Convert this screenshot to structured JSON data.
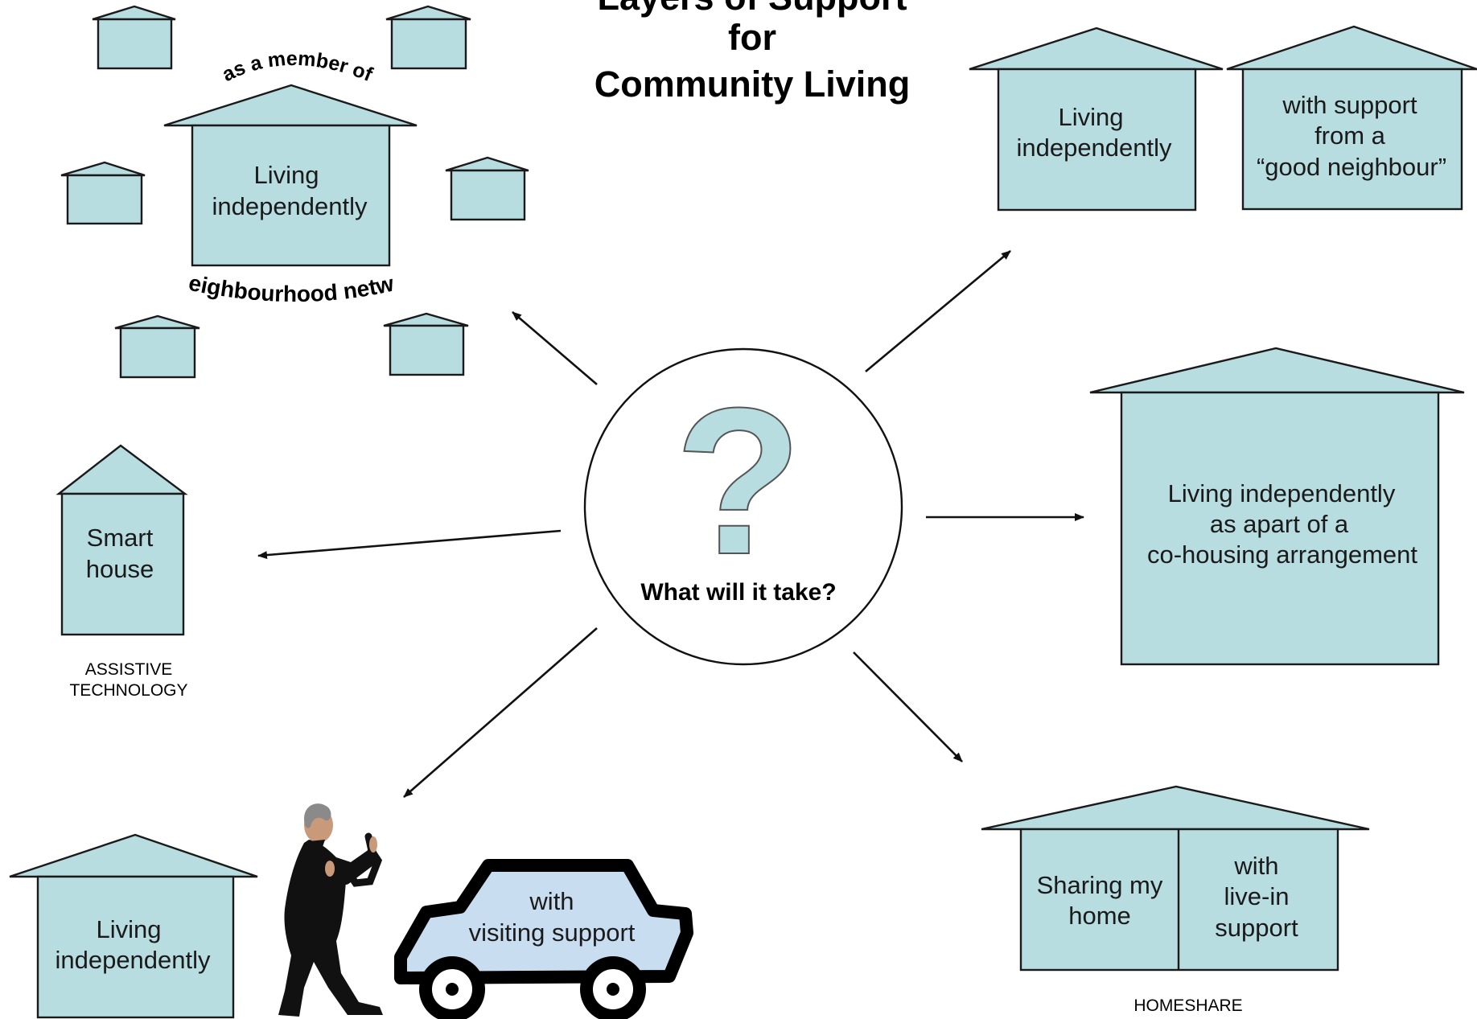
{
  "title": {
    "line1": "Layers of Support",
    "line2": "for",
    "line3": "Community Living"
  },
  "center": {
    "question_glyph": "?",
    "caption": "What will it take?"
  },
  "neighbourhood": {
    "top_arc": "as a member of",
    "house_line1": "Living",
    "house_line2": "independently",
    "bottom_arc": "a neighbourhood network"
  },
  "good_neighbour": {
    "left_line1": "Living",
    "left_line2": "independently",
    "right_line1": "with support",
    "right_line2": "from a",
    "right_line3": "“good neighbour”"
  },
  "cohousing": {
    "line1": "Living independently",
    "line2": "as apart of a",
    "line3": "co-housing arrangement"
  },
  "smart_house": {
    "line1": "Smart",
    "line2": "house",
    "caption_line1": "ASSISTIVE",
    "caption_line2": "TECHNOLOGY"
  },
  "visiting_support": {
    "house_line1": "Living",
    "house_line2": "independently",
    "car_line1": "with",
    "car_line2": "visiting support"
  },
  "homeshare": {
    "left_line1": "Sharing my",
    "left_line2": "home",
    "right_line1": "with",
    "right_line2": "live-in",
    "right_line3": "support",
    "caption": "HOMESHARE"
  },
  "colors": {
    "house_fill": "#b7dde1",
    "car_fill": "#c9ddf0",
    "outline": "#1a1a1a"
  }
}
